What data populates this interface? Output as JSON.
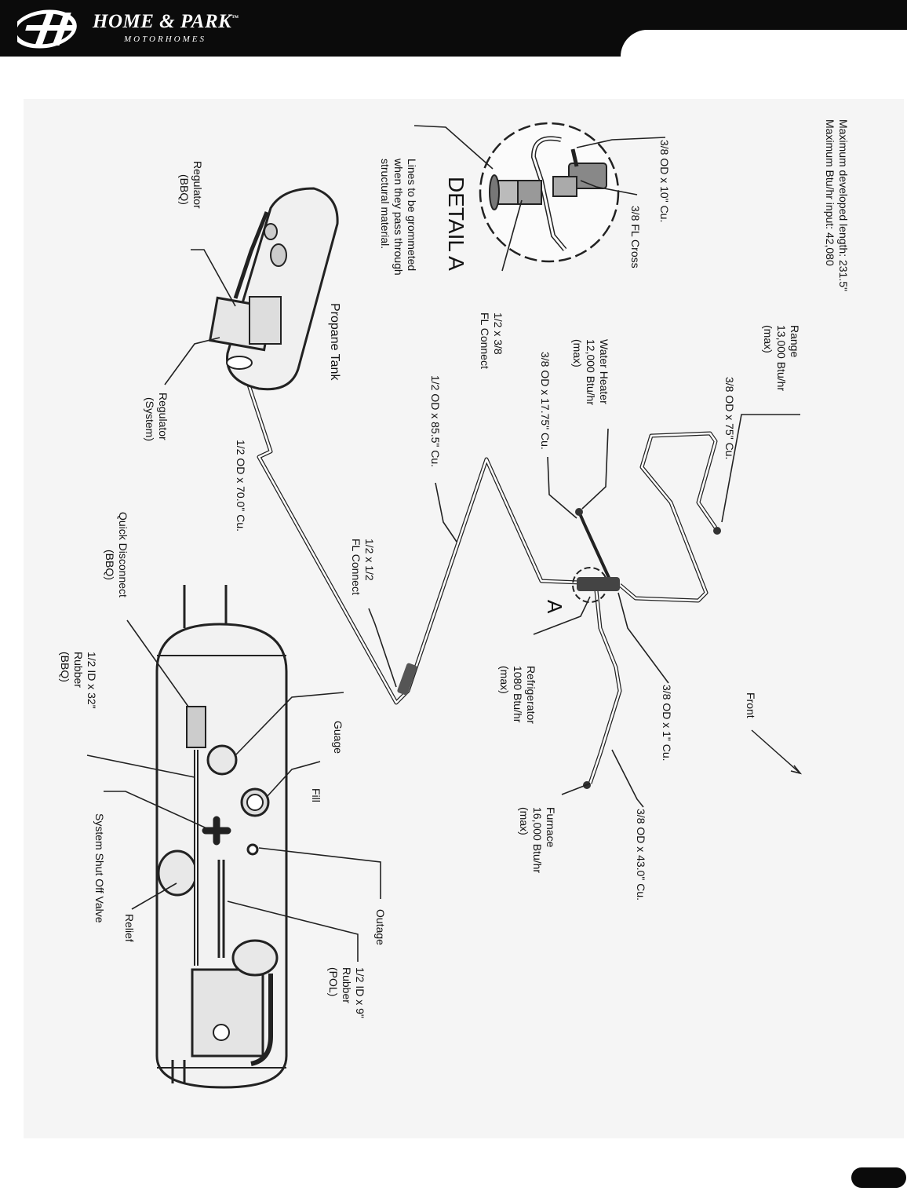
{
  "brand": {
    "name": "HOME & PARK",
    "trademark": "™",
    "subtitle": "MOTORHOMES"
  },
  "specs": {
    "line1": "Maximum developed length: 231.5\"",
    "line2": "Maximum Btu/hr input: 42,080"
  },
  "detail": {
    "title": "DETAIL A",
    "marker": "A"
  },
  "labels": {
    "od10": "3/8 OD x 10\" Cu.",
    "fl_cross": "3/8 FL Cross",
    "range": [
      "Range",
      "13,000 Btu/hr",
      "(max)"
    ],
    "od75": "3/8 OD x 75\" Cu.",
    "grommet": [
      "Lines to be grommeted",
      "when they pass through",
      "structural material."
    ],
    "fl_connect_38": [
      "1/2 x 3/8",
      "FL Connect"
    ],
    "water_heater": [
      "Water Heater",
      "12,000 Btu/hr",
      "(max)"
    ],
    "od1775": "3/8 OD x 17.75\" Cu.",
    "regulator_bbq": [
      "Regulator",
      "(BBQ)"
    ],
    "propane_tank": "Propane Tank",
    "od855": "1/2 OD x 85.5\" Cu.",
    "regulator_system": [
      "Regulator",
      "(System)"
    ],
    "od700": "1/2 OD x 70.0\" Cu.",
    "fl_connect_12": [
      "1/2 x 1/2",
      "FL Connect"
    ],
    "refrigerator": [
      "Refrigerator",
      "1080 Btu/hr",
      "(max)"
    ],
    "od1": "3/8 OD x 1\" Cu.",
    "front": "Front",
    "quick_disconnect": [
      "Quick Disconnect",
      "(BBQ)"
    ],
    "rubber32": [
      "1/2 ID x 32\"",
      "Rubber",
      "(BBQ)"
    ],
    "gauge": "Guage",
    "fill": "Fill",
    "furnace": [
      "Furnace",
      "16,000 Btu/hr",
      "(max)"
    ],
    "od430": "3/8 OD x 43.0\" Cu.",
    "shutoff": "System Shut Off Valve",
    "relief": "Relief",
    "outage": "Outage",
    "rubber9": [
      "1/2 ID x 9\"",
      "Rubber",
      "(POL)"
    ]
  }
}
